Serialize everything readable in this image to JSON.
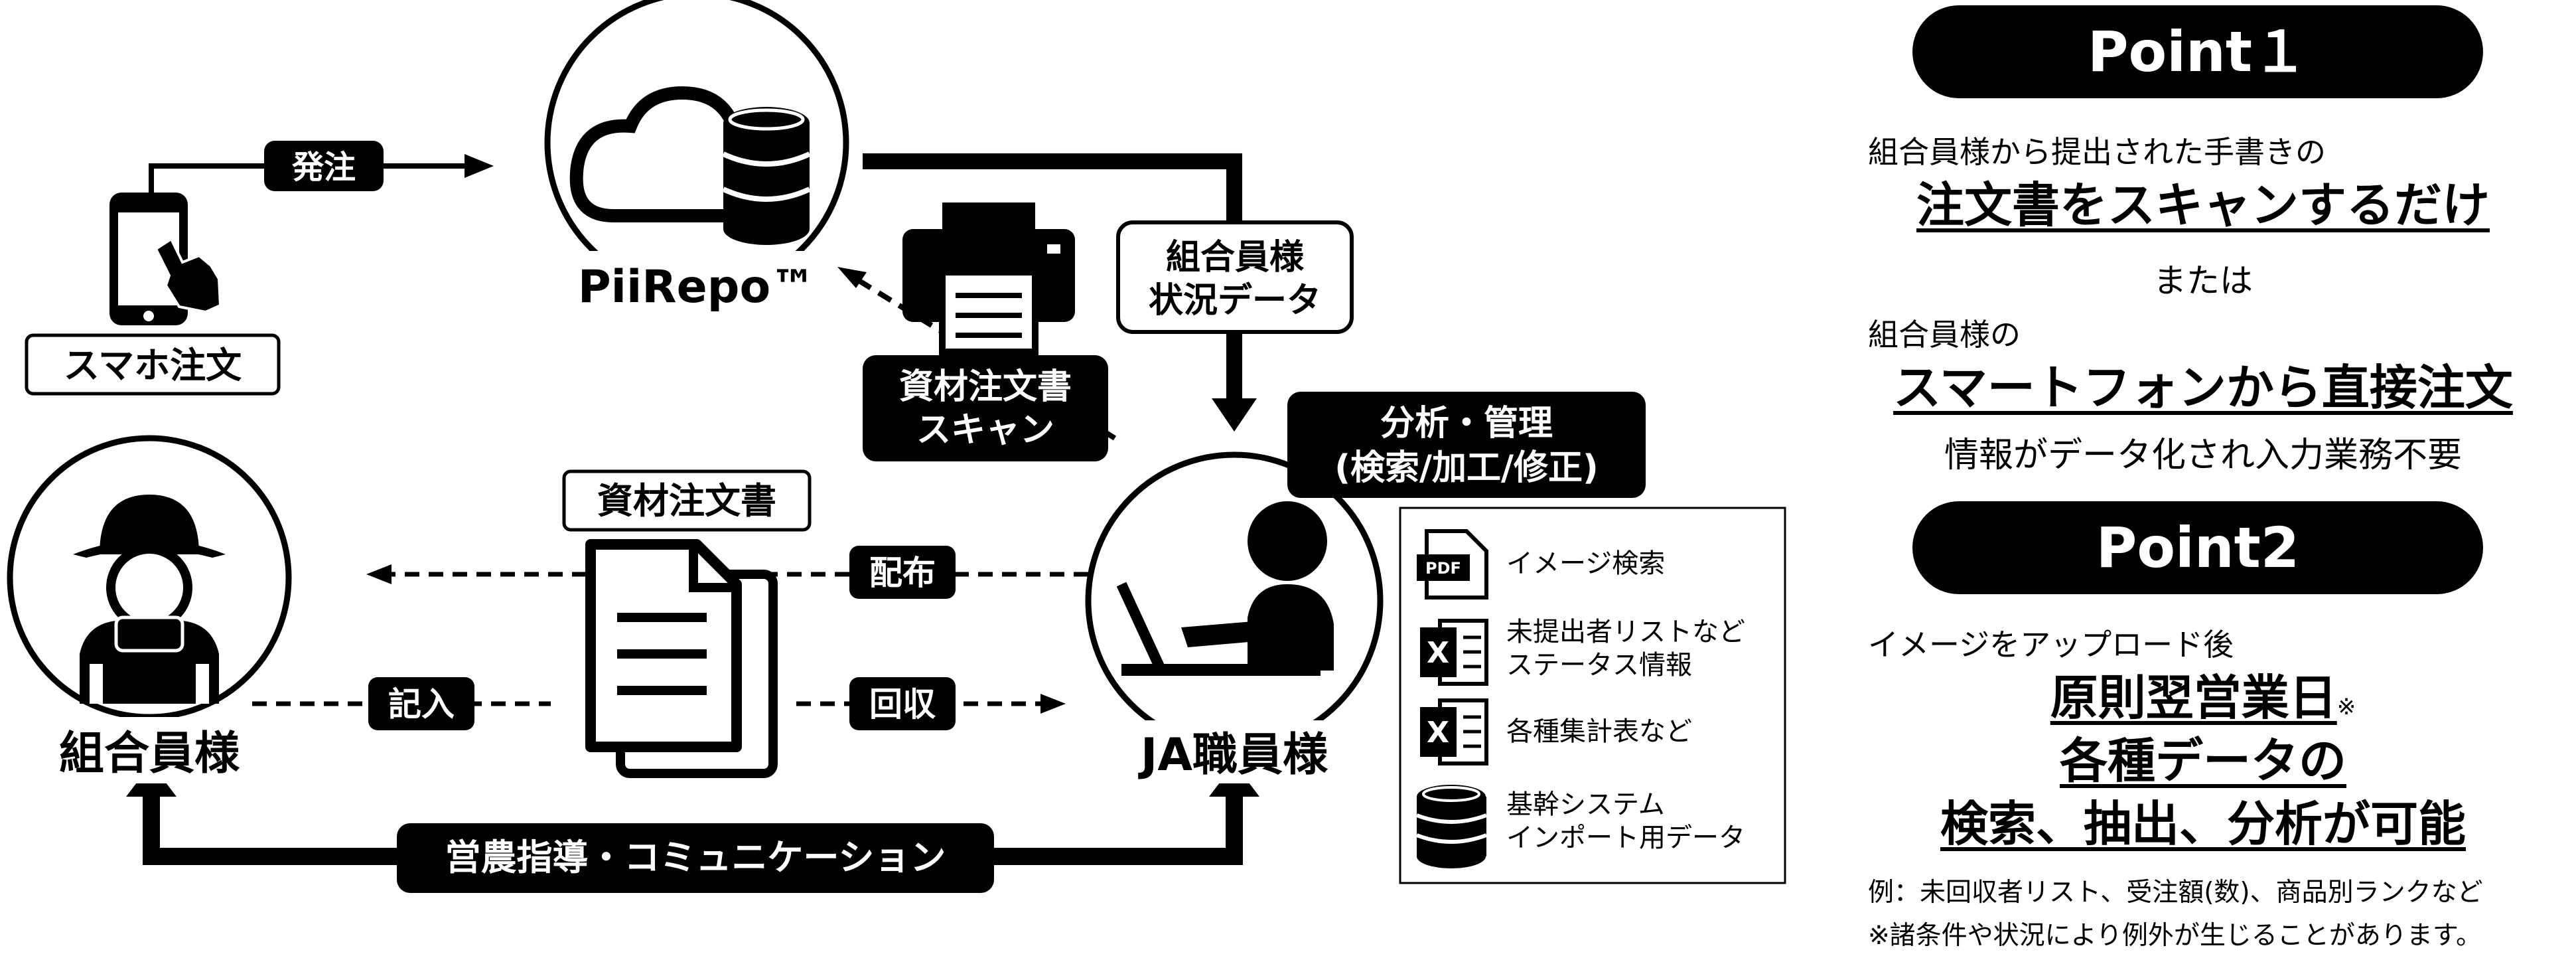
{
  "diagram": {
    "cloud_label": "PiiRepo™",
    "phone_label": "スマホ注文",
    "order_label": "発注",
    "member_label": "組合員様",
    "staff_label": "JA職員様",
    "status_data": [
      "組合員様",
      "状況データ"
    ],
    "scan_label": [
      "資材注文書",
      "スキャン"
    ],
    "analysis_label": [
      "分析・管理",
      "(検索/加工/修正)"
    ],
    "document_label": "資材注文書",
    "distribute_label": "配布",
    "fill_label": "記入",
    "collect_label": "回収",
    "guidance_label": "営農指導・コミュニケーション",
    "outputs": [
      {
        "icon": "pdf-icon",
        "badge": "PDF",
        "lines": [
          "イメージ検索"
        ]
      },
      {
        "icon": "excel-icon",
        "badge": "X",
        "lines": [
          "未提出者リストなど",
          "ステータス情報"
        ]
      },
      {
        "icon": "excel-icon",
        "badge": "X",
        "lines": [
          "各種集計表など"
        ]
      },
      {
        "icon": "database-icon",
        "badge": "",
        "lines": [
          "基幹システム",
          "インポート用データ"
        ]
      }
    ]
  },
  "panel": {
    "point1_title": "Point１",
    "p1_line1": "組合員様から提出された手書きの",
    "p1_line2": "注文書をスキャンするだけ",
    "p1_or": "または",
    "p1_line3": "組合員様の",
    "p1_line4": "スマートフォンから直接注文",
    "p1_line5": "情報がデータ化され入力業務不要",
    "point2_title": "Point2",
    "p2_line1": "イメージをアップロード後",
    "p2_line2": "原則翌営業日",
    "p2_note_mark": "※",
    "p2_line3": "各種データの",
    "p2_line4": "検索、抽出、分析が可能",
    "footnote1": "例：未回収者リスト、受注額(数)、商品別ランクなど",
    "footnote2": "※諸条件や状況により例外が生じることがあります。"
  },
  "colors": {
    "ink": "#000000",
    "paper": "#ffffff",
    "dash": "#000000"
  }
}
